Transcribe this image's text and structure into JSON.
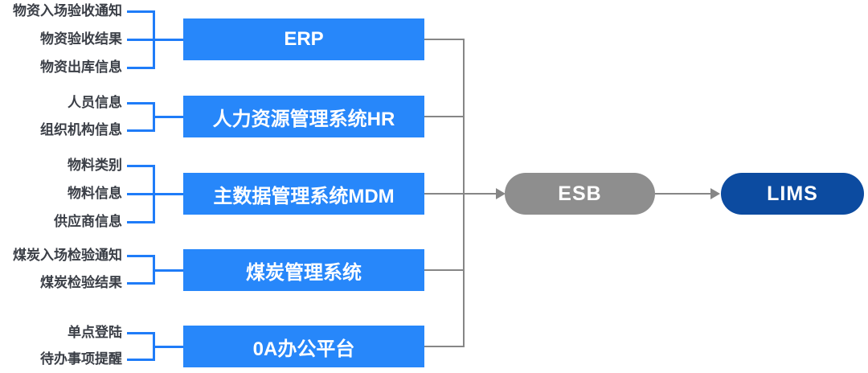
{
  "diagram": {
    "systems": [
      {
        "name": "ERP",
        "inputs": [
          "物资入场验收通知",
          "物资验收结果",
          "物资出库信息"
        ]
      },
      {
        "name": "人力资源管理系统HR",
        "inputs": [
          "人员信息",
          "组织机构信息"
        ]
      },
      {
        "name": "主数据管理系统MDM",
        "inputs": [
          "物料类别",
          "物料信息",
          "供应商信息"
        ]
      },
      {
        "name": "煤炭管理系统",
        "inputs": [
          "煤炭入场检验通知",
          "煤炭检验结果"
        ]
      },
      {
        "name": "0A办公平台",
        "inputs": [
          "单点登陆",
          "待办事项提醒"
        ]
      }
    ],
    "middleware": {
      "name": "ESB"
    },
    "destination": {
      "name": "LIMS"
    },
    "colors": {
      "system_box": "#2787FA",
      "bracket_line": "#1F7CF8",
      "connector_line": "#868686",
      "middleware_pill": "#8E8E8E",
      "destination_pill": "#0C4BA0",
      "label_text": "#3A3E46",
      "box_text": "#FFFFFF"
    }
  }
}
